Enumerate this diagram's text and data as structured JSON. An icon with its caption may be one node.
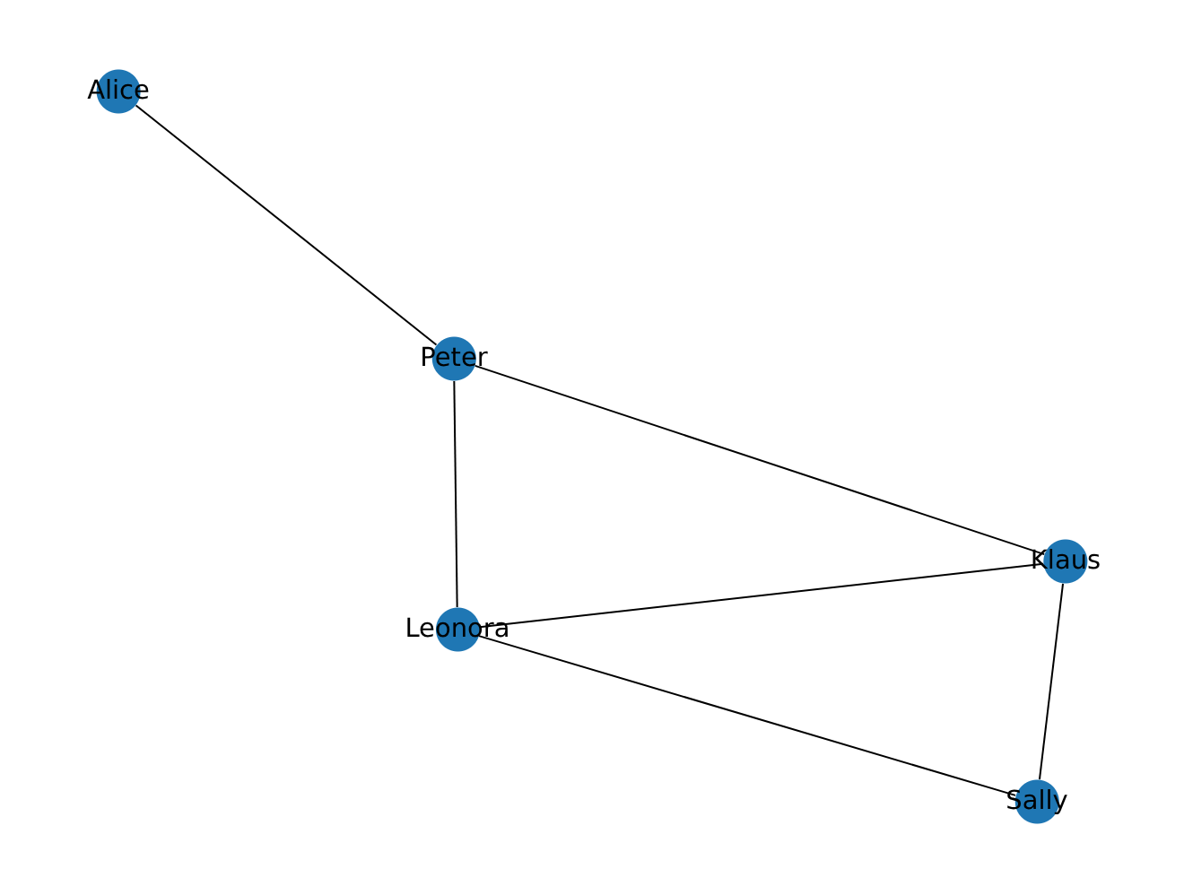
{
  "diagram": {
    "nodes": [
      {
        "text": [
          "Alice"
        ]
      },
      {
        "text": [
          "Peter"
        ]
      },
      {
        "text": [
          "Klaus"
        ]
      },
      {
        "text": [
          "Leonora"
        ]
      },
      {
        "text": [
          "Sally"
        ]
      }
    ],
    "edges": [
      {
        "from": 0,
        "to": 1,
        "arrow": "none"
      },
      {
        "from": 1,
        "to": 2,
        "arrow": "none"
      },
      {
        "from": 1,
        "to": 3,
        "arrow": "none"
      },
      {
        "from": 3,
        "to": 2,
        "arrow": "none"
      },
      {
        "from": 3,
        "to": 4,
        "arrow": "none"
      },
      {
        "from": 2,
        "to": 4,
        "arrow": "none"
      }
    ]
  }
}
